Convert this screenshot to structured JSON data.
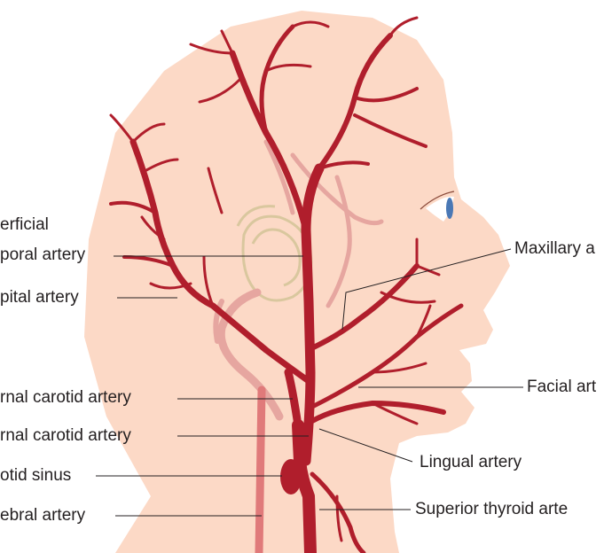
{
  "labels": {
    "superficial_temporal_1": "erficial",
    "superficial_temporal_2": "poral artery",
    "occipital": "pital artery",
    "internal_carotid": "rnal carotid artery",
    "external_carotid": "rnal carotid artery",
    "carotid_sinus": "otid sinus",
    "vertebral": "ebral artery",
    "maxillary": "Maxillary a",
    "facial": "Facial art",
    "lingual": "Lingual artery",
    "superior_thyroid": "Superior thyroid arte"
  },
  "colors": {
    "skin": "#fcd9c6",
    "artery": "#b01e2c",
    "artery_deep": "#e6a6a0",
    "ear": "#d9c79e",
    "leader": "#231f20",
    "eye_iris": "#4a78b5"
  }
}
